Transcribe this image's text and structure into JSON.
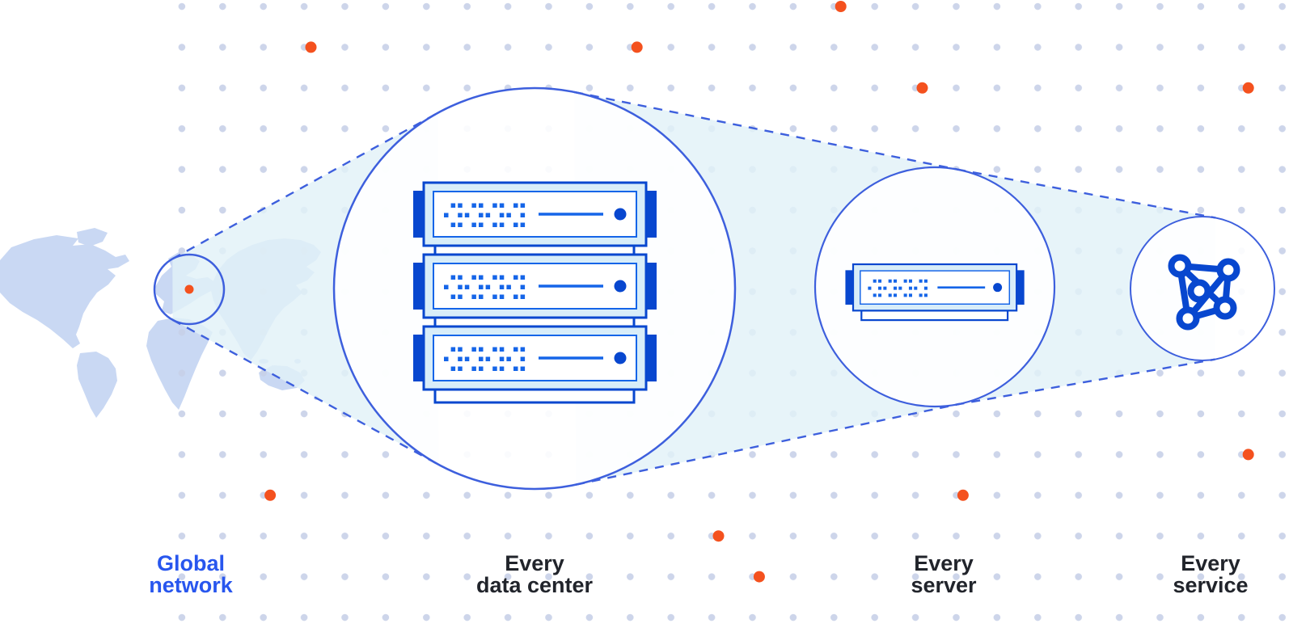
{
  "figure": {
    "type": "network-zoom-diagram",
    "caption_labels": {
      "global_network": {
        "line1": "Global",
        "line2": "network",
        "emphasis": "blue"
      },
      "every_data_center": {
        "line1": "Every",
        "line2": "data center",
        "emphasis": "dark"
      },
      "every_server": {
        "line1": "Every",
        "line2": "server",
        "emphasis": "dark"
      },
      "every_service": {
        "line1": "Every",
        "line2": "service",
        "emphasis": "dark"
      }
    },
    "icons": [
      {
        "name": "world-map-illustration"
      },
      {
        "name": "location-highlight-circle"
      },
      {
        "name": "location-marker-dot"
      },
      {
        "name": "server-rack-icon",
        "count_of_servers": 3
      },
      {
        "name": "server-icon"
      },
      {
        "name": "network-mesh-icon"
      }
    ]
  },
  "colors": {
    "accent_orange": "#f4511e",
    "outline_blue": "#3d5fdd",
    "deep_blue": "#0847cf",
    "bright_blue": "#1565e8",
    "panel_blue": "#d8edf9",
    "cone_fill": "#e2f2f8",
    "grid_dot": "#c7d0e8",
    "map_blue": "#c9d8f3",
    "label_dark": "#21242b",
    "label_blue": "#2856ee"
  }
}
